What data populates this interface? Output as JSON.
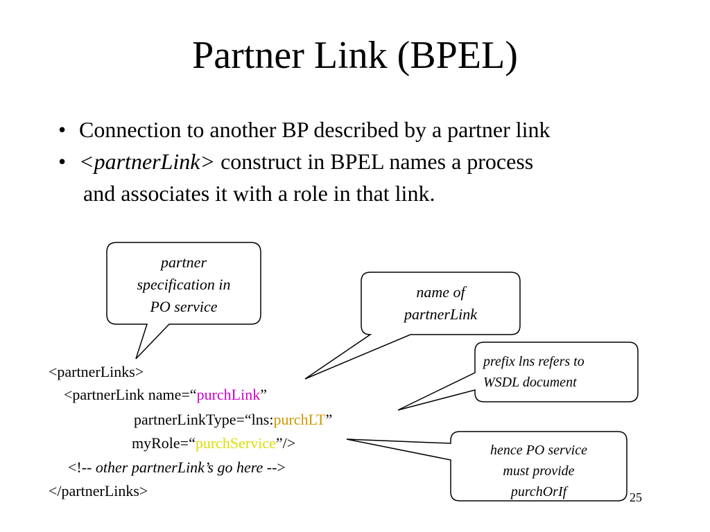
{
  "slide": {
    "title": "Partner Link (BPEL)",
    "bullets": {
      "b1": "Connection to another BP described by a partner link",
      "b2_tag": "<partnerLink>",
      "b2_rest": " construct in BPEL names a process",
      "b2_cont": "and associates it with a  role in that link."
    },
    "code": {
      "open": "<partnerLinks>",
      "link_prefix": "<partnerLink name=“",
      "link_value": "purchLink",
      "link_suffix": "”",
      "type_prefix": "partnerLinkType=“lns:",
      "type_value": "purchLT",
      "type_suffix": "”",
      "role_prefix": "myRole=“",
      "role_value": "purchService",
      "role_suffix": "”/>",
      "comment_start": "<!-- ",
      "comment_text": "other partnerLink’s go here",
      "comment_end": " -->",
      "close": "</partnerLinks>"
    },
    "callouts": {
      "spec": {
        "line1": "partner",
        "line2": "specification in",
        "line3": "PO service"
      },
      "name": {
        "line1": "name of",
        "line2": "partnerLink"
      },
      "prefix": {
        "line1": "prefix lns refers to",
        "line2": "WSDL document"
      },
      "hence": {
        "line1": "hence PO service",
        "line2": "must provide",
        "line3": "purchOrIf"
      }
    },
    "page_number": "25",
    "colors": {
      "magenta": "#cc00cc",
      "gold": "#cc9900",
      "yellow": "#dddd00"
    }
  }
}
